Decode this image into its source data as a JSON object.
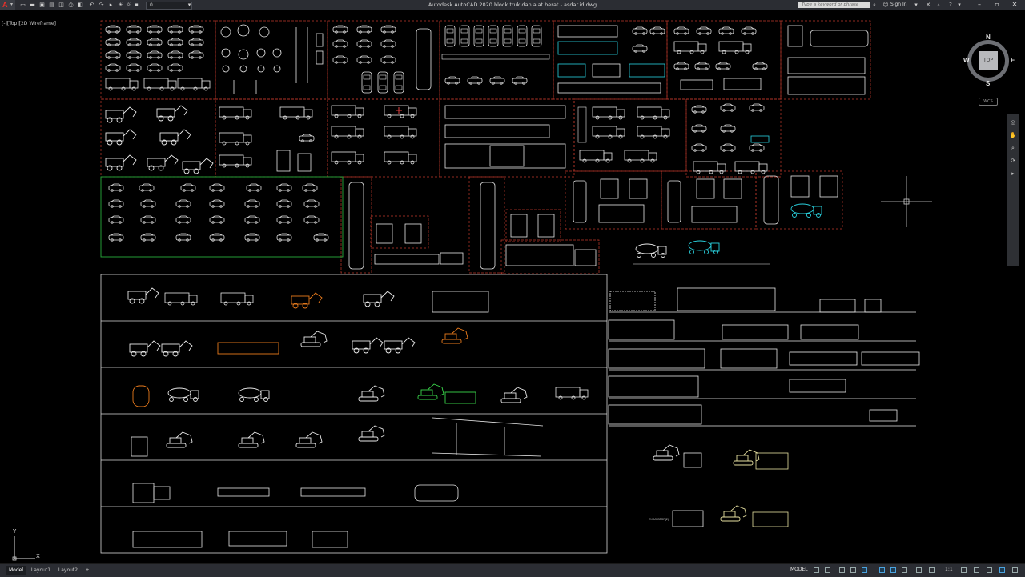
{
  "app": {
    "title": "Autodesk AutoCAD 2020    block truk dan alat berat - asdar.id.dwg",
    "logo_letter": "A",
    "layer_value": "0",
    "search_placeholder": "Type a keyword or phrase",
    "sign_in": "Sign In"
  },
  "viewport": {
    "label": "[-][Top][2D Wireframe]"
  },
  "viewcube": {
    "face": "TOP",
    "north": "N",
    "south": "S",
    "east": "E",
    "west": "W",
    "wcs": "WCS"
  },
  "ucs": {
    "x": "X",
    "y": "Y"
  },
  "status": {
    "tabs": [
      "Model",
      "Layout1",
      "Layout2"
    ],
    "add_tab": "+",
    "model_label": "MODEL",
    "scale": "1:1"
  },
  "colors": {
    "background": "#000000",
    "blocks": "#e8e8e8",
    "frame_red": "#c0392b",
    "frame_green": "#27ae3c",
    "cyan": "#2ad3e0",
    "orange": "#e87a1c",
    "green": "#39d44a",
    "yellow": "#e6e0a0"
  },
  "drawing_labels": {
    "excavator_text": "EXCAVATOR(2)"
  }
}
